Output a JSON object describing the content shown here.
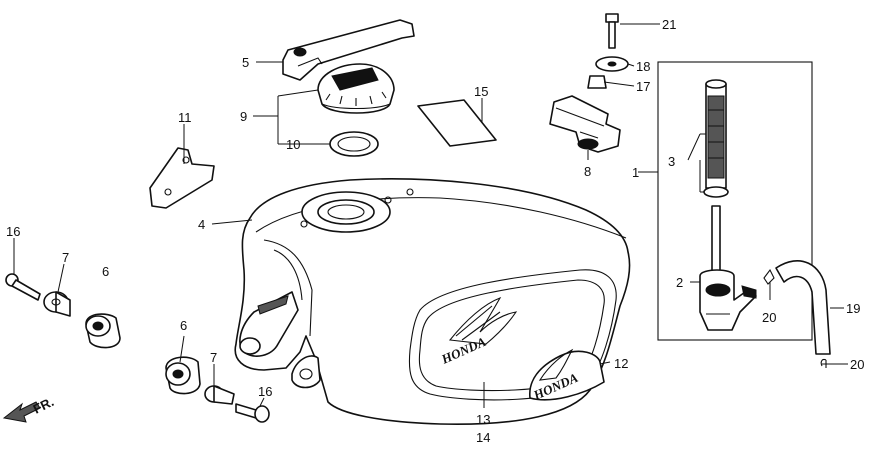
{
  "callouts": {
    "c1": "1",
    "c2": "2",
    "c3": "3",
    "c4": "4",
    "c5": "5",
    "c6a": "6",
    "c6b": "6",
    "c7a": "7",
    "c7b": "7",
    "c8": "8",
    "c9": "9",
    "c10": "10",
    "c11": "11",
    "c12": "12",
    "c13": "13",
    "c14": "14",
    "c15": "15",
    "c16a": "16",
    "c16b": "16",
    "c17": "17",
    "c18": "18",
    "c19": "19",
    "c20a": "20",
    "c20b": "20",
    "c21": "21"
  },
  "direction": {
    "label": "FR."
  },
  "emblem": {
    "brand": "HONDA"
  }
}
